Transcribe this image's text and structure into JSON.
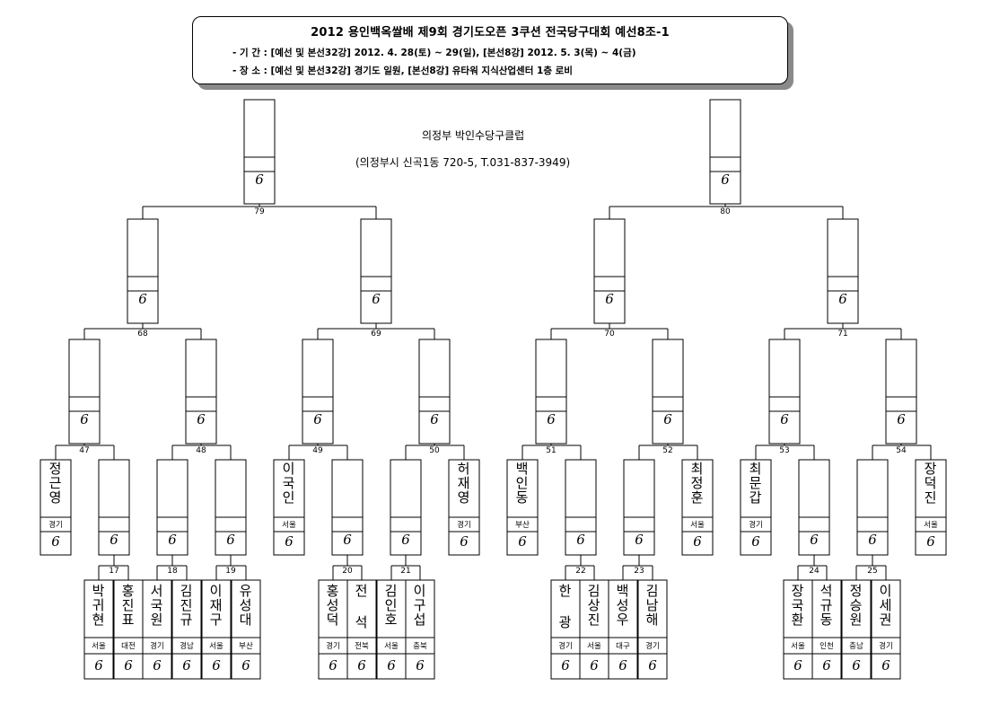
{
  "header": {
    "title": "2012 용인백옥쌀배 제9회 경기도오픈 3쿠션 전국당구대회 예선8조-1",
    "period": "- 기 간 : [예선 및 본선32강] 2012. 4. 28(토) ~ 29(일), [본선8강] 2012. 5. 3(목) ~ 4(금)",
    "venue": "- 장 소 : [예선 및 본선32강] 경기도 일원, [본선8강] 유타워 지식산업센터 1층 로비"
  },
  "club": {
    "name": "의정부 박인수당구클럽",
    "address": "(의정부시 신곡1동 720-5, T.031-837-3949)"
  },
  "score_glyph": "6",
  "match_numbers": [
    "79",
    "80",
    "68",
    "69",
    "70",
    "71",
    "47",
    "48",
    "49",
    "50",
    "51",
    "52",
    "53",
    "54",
    "17",
    "18",
    "19",
    "20",
    "21",
    "22",
    "23",
    "24",
    "25"
  ],
  "seeded_players": [
    {
      "name": "정근영",
      "region": "경기"
    },
    {
      "name": "이국인",
      "region": "서울"
    },
    {
      "name": "허재영",
      "region": "경기"
    },
    {
      "name": "백인동",
      "region": "부산"
    },
    {
      "name": "최정훈",
      "region": "서울"
    },
    {
      "name": "최문갑",
      "region": "경기"
    },
    {
      "name": "장덕진",
      "region": "서울"
    }
  ],
  "first_round_players": [
    {
      "name": "박귀현",
      "region": "서울"
    },
    {
      "name": "홍진표",
      "region": "대전"
    },
    {
      "name": "서국원",
      "region": "경기"
    },
    {
      "name": "김진규",
      "region": "경남"
    },
    {
      "name": "이재구",
      "region": "서울"
    },
    {
      "name": "유성대",
      "region": "부산"
    },
    {
      "name": "홍성덕",
      "region": "경기"
    },
    {
      "name": "전 석",
      "region": "전북"
    },
    {
      "name": "김인호",
      "region": "서울"
    },
    {
      "name": "이구섭",
      "region": "충북"
    },
    {
      "name": "한 광",
      "region": "경기"
    },
    {
      "name": "김상진",
      "region": "서울"
    },
    {
      "name": "백성우",
      "region": "대구"
    },
    {
      "name": "김남해",
      "region": "경기"
    },
    {
      "name": "장국환",
      "region": "서울"
    },
    {
      "name": "석규동",
      "region": "인천"
    },
    {
      "name": "정승원",
      "region": "충남"
    },
    {
      "name": "이세권",
      "region": "경기"
    }
  ]
}
